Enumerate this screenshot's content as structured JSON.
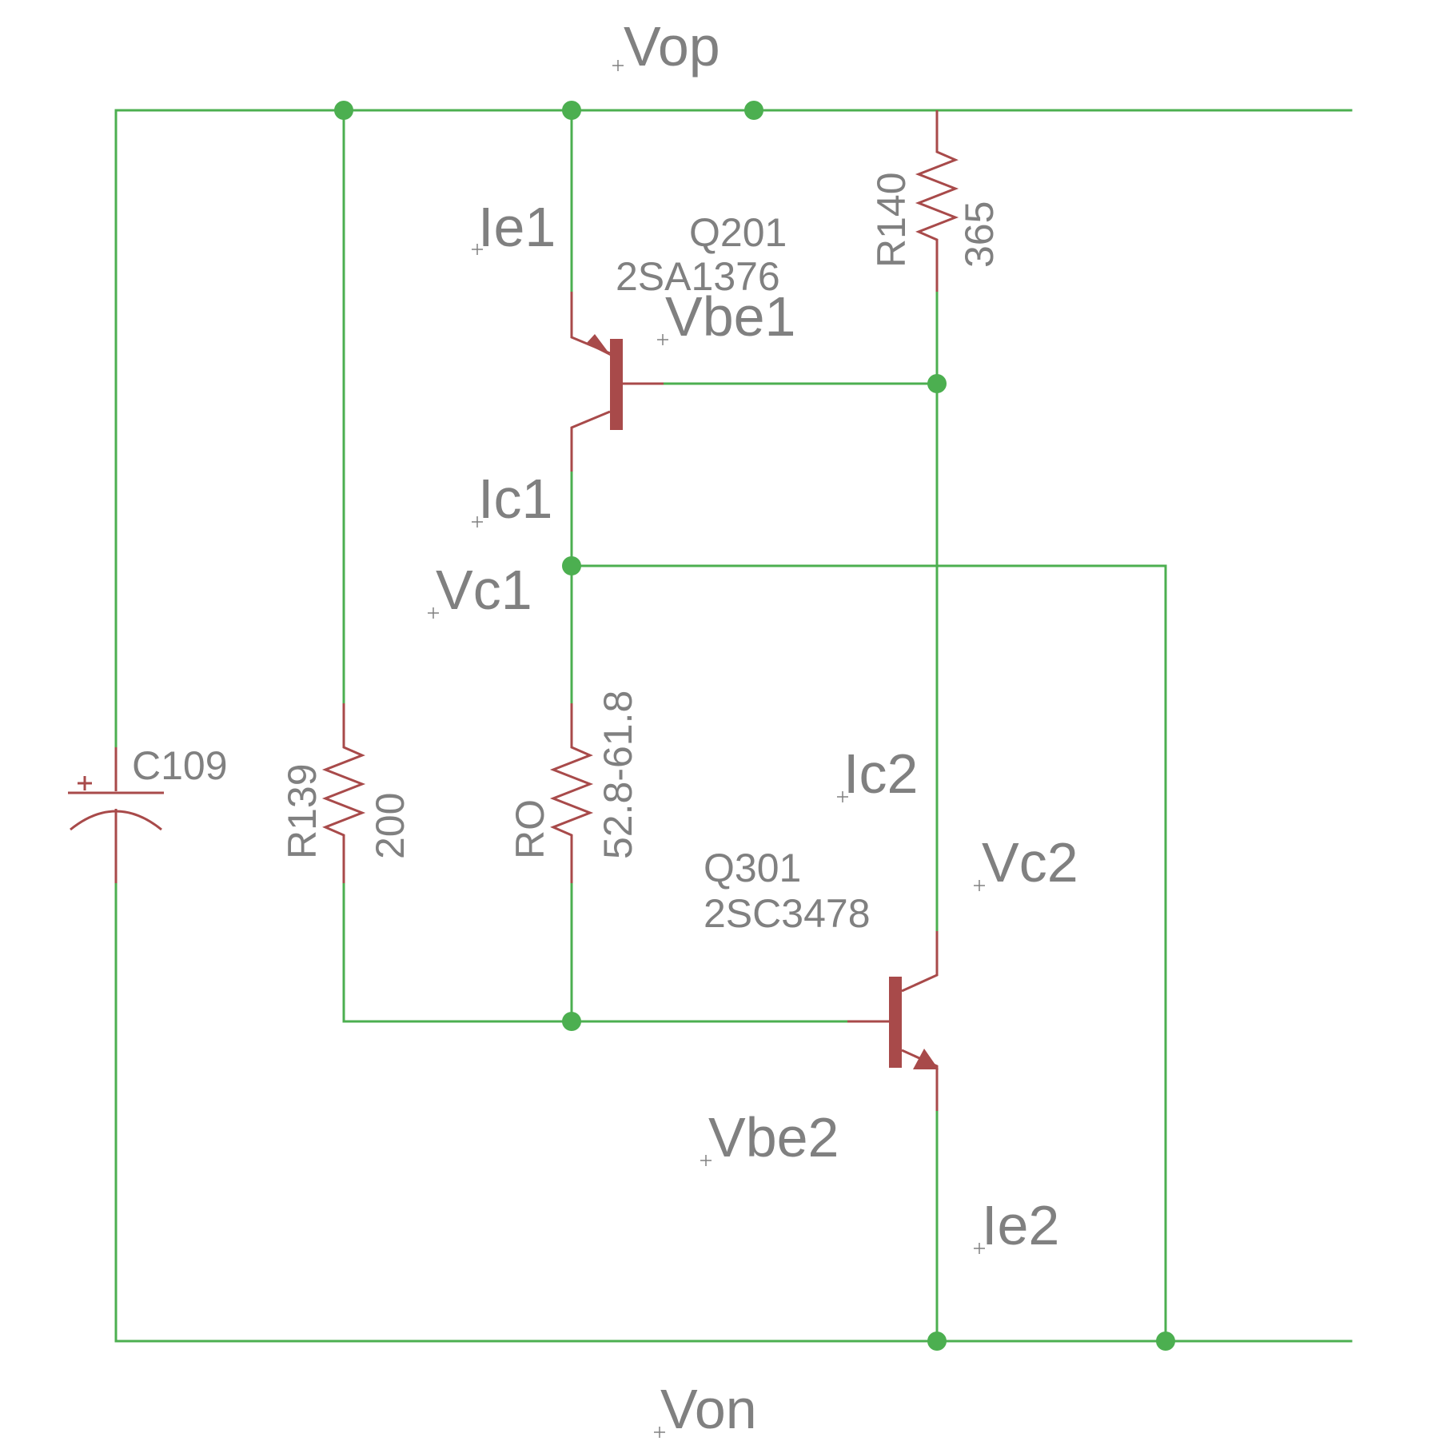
{
  "nets": {
    "vop": "Vop",
    "von": "Von",
    "ie1": "Ie1",
    "ic1": "Ic1",
    "vc1": "Vc1",
    "vbe1": "Vbe1",
    "ic2": "Ic2",
    "vc2": "Vc2",
    "vbe2": "Vbe2",
    "ie2": "Ie2"
  },
  "parts": {
    "c109": {
      "name": "C109"
    },
    "r139": {
      "name": "R139",
      "value": "200"
    },
    "ro": {
      "name": "RO",
      "value": "52.8-61.8"
    },
    "r140": {
      "name": "R140",
      "value": "365"
    },
    "q201": {
      "name": "Q201",
      "value": "2SA1376"
    },
    "q301": {
      "name": "Q301",
      "value": "2SC3478"
    }
  },
  "colors": {
    "wire": "#4caf50",
    "component": "#a84a4a",
    "label": "#808080",
    "background": "#ffffff"
  }
}
